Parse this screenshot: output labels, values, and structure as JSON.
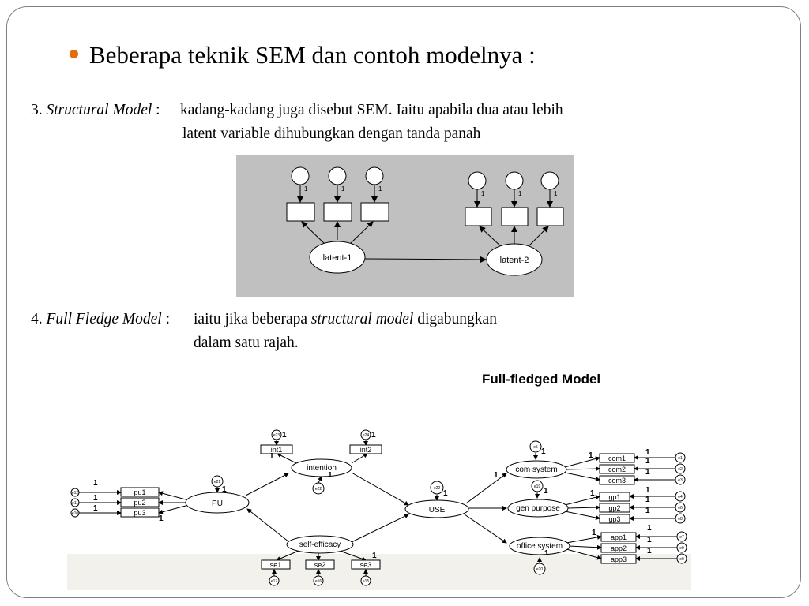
{
  "header": {
    "bullet_text": "Beberapa teknik SEM dan contoh modelnya :"
  },
  "item3": {
    "number": "3.",
    "term": "Structural Model",
    "colon": ":",
    "line1": "kadang-kadang juga disebut SEM. Iaitu apabila dua atau lebih",
    "line2": "latent variable dihubungkan dengan tanda panah"
  },
  "item4": {
    "number": "4.",
    "term": "Full Fledge Model",
    "colon": ":",
    "line1_a": "iaitu jika beberapa",
    "line1_italic": "structural model",
    "line1_b": "digabungkan",
    "line2": "dalam satu rajah."
  },
  "diagram1": {
    "latent1": "latent-1",
    "latent2": "latent-2",
    "weight": "1"
  },
  "diagram2": {
    "title": "Full-fledged Model",
    "weight": "1",
    "nodes": {
      "pu": "PU",
      "intention": "intention",
      "self_efficacy": "self-efficacy",
      "use": "USE",
      "com_system": "com system",
      "gen_purpose": "gen purpose",
      "office_system": "office system"
    },
    "indicators": {
      "pu1": "pu1",
      "pu2": "pu2",
      "pu3": "pu3",
      "int1": "int1",
      "int2": "int2",
      "se1": "se1",
      "se2": "se2",
      "se3": "se3",
      "com1": "com1",
      "com2": "com2",
      "com3": "com3",
      "gp1": "gp1",
      "gp2": "gp2",
      "gp3": "gp3",
      "app1": "app1",
      "app2": "app2",
      "app3": "app3"
    },
    "errors": {
      "e12": "e12",
      "e11": "e11",
      "e10": "e10",
      "e21": "e21",
      "e22": "e22",
      "e23": "e23",
      "e24": "e24",
      "e22b": "e22",
      "e19": "e19",
      "e20": "e20",
      "e5": "e5",
      "e17": "e17",
      "e16": "e16",
      "e15": "e15",
      "e1": "e1",
      "e2": "e2",
      "e3": "e3",
      "e4": "e4",
      "e6": "e6",
      "e8": "e8",
      "e7": "e7",
      "e9": "e9",
      "e0": "e0"
    }
  }
}
